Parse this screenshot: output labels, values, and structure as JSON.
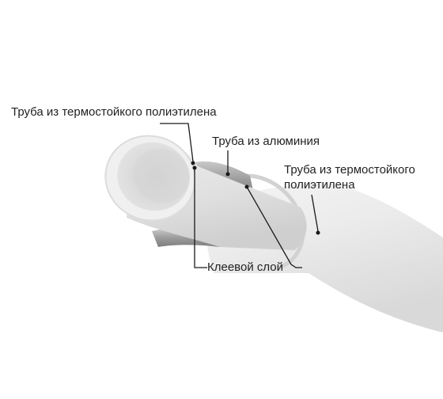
{
  "labels": {
    "inner_pipe": "Труба из термостойкого полиэтилена",
    "aluminum_pipe": "Труба из алюминия",
    "outer_pipe_line1": "Труба из термостойкого",
    "outer_pipe_line2": "полиэтилена",
    "adhesive_layer": "Клеевой слой"
  },
  "colors": {
    "outer_pipe": "#eaeaea",
    "inner_pipe": "#dcdcdc",
    "aluminum": "#9a9a9a",
    "leader_line": "#1a1a1a",
    "text": "#222222"
  }
}
